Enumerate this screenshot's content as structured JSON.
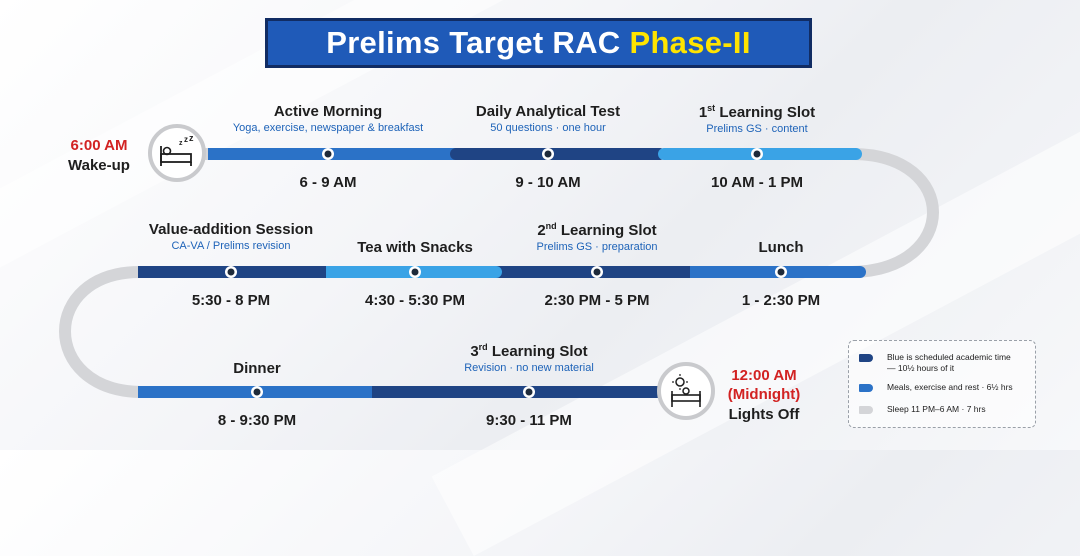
{
  "title": {
    "main": "Prelims Target RAC",
    "highlight": "Phase-II"
  },
  "colors": {
    "dark_blue": "#1f4484",
    "mid_blue": "#2b72c7",
    "light_blue": "#3aa3e6",
    "grey_road": "#d4d5d8",
    "red_time": "#d22222"
  },
  "start": {
    "time": "6:00 AM",
    "caption": "Wake-up",
    "icon": "sleeping-bed-icon"
  },
  "end": {
    "time": "12:00 AM",
    "time2": "(Midnight)",
    "caption": "Lights Off",
    "icon": "night-bed-icon"
  },
  "slots": [
    {
      "title": "Active Morning",
      "sup": "",
      "title_rest": "",
      "sub": "Yoga, exercise, newspaper & breakfast",
      "time": "6 - 9 AM"
    },
    {
      "title": "Daily Analytical Test",
      "sup": "",
      "title_rest": "",
      "sub": "50 questions · one hour",
      "time": "9 - 10 AM"
    },
    {
      "title": "1",
      "sup": "st",
      "title_rest": " Learning Slot",
      "sub": "Prelims GS · content",
      "time": "10 AM - 1 PM"
    },
    {
      "title": "Lunch",
      "sup": "",
      "title_rest": "",
      "sub": "",
      "time": "1 - 2:30 PM"
    },
    {
      "title": "2",
      "sup": "nd",
      "title_rest": " Learning Slot",
      "sub": "Prelims GS · preparation",
      "time": "2:30 PM - 5 PM"
    },
    {
      "title": "Tea with Snacks",
      "sup": "",
      "title_rest": "",
      "sub": "",
      "time": "4:30 - 5:30 PM"
    },
    {
      "title": "Value-addition Session",
      "sup": "",
      "title_rest": "",
      "sub": "CA-VA / Prelims revision",
      "time": "5:30 - 8 PM"
    },
    {
      "title": "Dinner",
      "sup": "",
      "title_rest": "",
      "sub": "",
      "time": "8 - 9:30 PM"
    },
    {
      "title": "3",
      "sup": "rd",
      "title_rest": " Learning Slot",
      "sub": "Revision · no new material",
      "time": "9:30 - 11 PM"
    }
  ],
  "legend": [
    {
      "text": "Blue is scheduled academic time — 10½ hours of it",
      "color": "#1f4484"
    },
    {
      "text": "Meals, exercise and rest · 6½ hrs",
      "color": "#2b72c7"
    },
    {
      "text": "Sleep 11 PM–6 AM · 7 hrs",
      "color": "#d4d5d8"
    }
  ]
}
